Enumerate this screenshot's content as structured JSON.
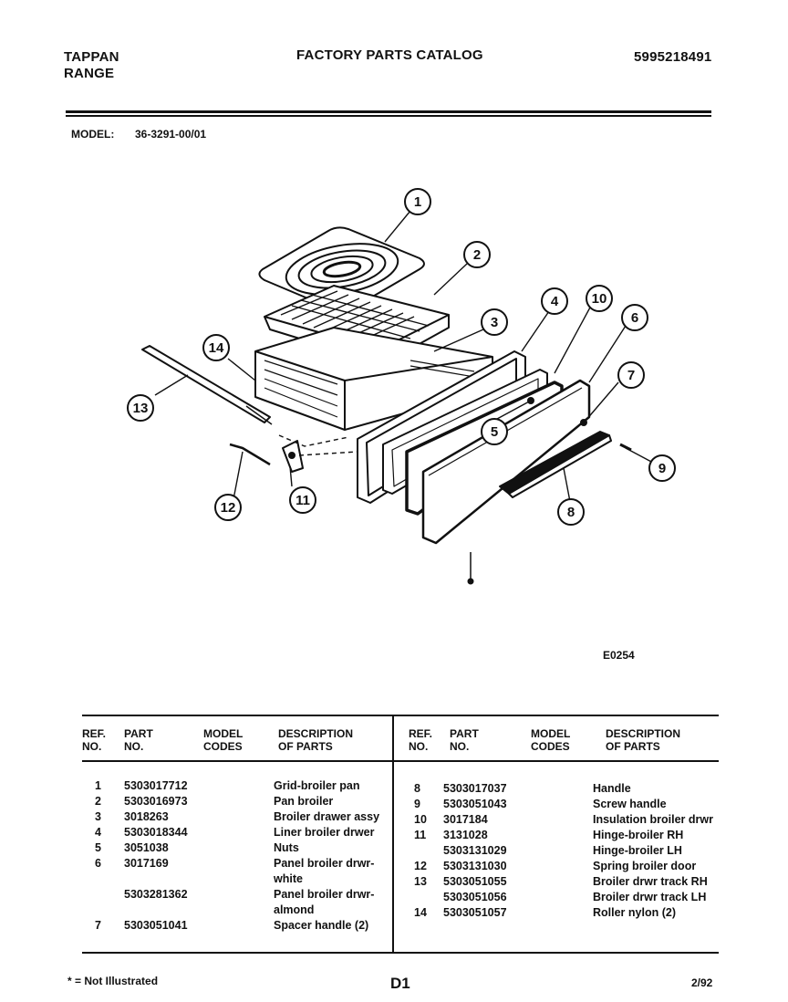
{
  "header": {
    "brand_line1": "TAPPAN",
    "brand_line2": "RANGE",
    "catalog_title": "FACTORY PARTS CATALOG",
    "catalog_number": "5995218491",
    "model_label": "MODEL:",
    "model_value": "36-3291-00/01"
  },
  "diagram": {
    "code": "E0254",
    "callouts": [
      "1",
      "2",
      "3",
      "4",
      "5",
      "6",
      "7",
      "8",
      "9",
      "10",
      "11",
      "12",
      "13",
      "14"
    ]
  },
  "table": {
    "headers": {
      "ref1": "REF.",
      "ref2": "NO.",
      "part1": "PART",
      "part2": "NO.",
      "model1": "MODEL",
      "model2": "CODES",
      "desc1": "DESCRIPTION",
      "desc2": "OF PARTS"
    },
    "left_rows": [
      {
        "ref": "1",
        "part": "5303017712",
        "desc": "Grid-broiler pan"
      },
      {
        "ref": "2",
        "part": "5303016973",
        "desc": "Pan broiler"
      },
      {
        "ref": "3",
        "part": "3018263",
        "desc": "Broiler drawer assy"
      },
      {
        "ref": "4",
        "part": "5303018344",
        "desc": "Liner broiler drwer"
      },
      {
        "ref": "5",
        "part": "3051038",
        "desc": "Nuts"
      },
      {
        "ref": "6",
        "part": "3017169",
        "desc": "Panel broiler drwr-\nwhite"
      },
      {
        "ref": "",
        "part": "5303281362",
        "desc": "Panel broiler drwr-\nalmond"
      },
      {
        "ref": "7",
        "part": "5303051041",
        "desc": "Spacer handle (2)"
      }
    ],
    "right_rows": [
      {
        "ref": "8",
        "part": "5303017037",
        "desc": "Handle"
      },
      {
        "ref": "9",
        "part": "5303051043",
        "desc": "Screw handle"
      },
      {
        "ref": "10",
        "part": "3017184",
        "desc": "Insulation broiler drwr"
      },
      {
        "ref": "11",
        "part": "3131028",
        "desc": "Hinge-broiler RH"
      },
      {
        "ref": "",
        "part": "5303131029",
        "desc": "Hinge-broiler LH"
      },
      {
        "ref": "12",
        "part": "5303131030",
        "desc": "Spring broiler door"
      },
      {
        "ref": "13",
        "part": "5303051055",
        "desc": "Broiler drwr track RH"
      },
      {
        "ref": "",
        "part": "5303051056",
        "desc": "Broiler drwr track LH"
      },
      {
        "ref": "14",
        "part": "5303051057",
        "desc": "Roller nylon (2)"
      }
    ]
  },
  "footer": {
    "note": "* = Not Illustrated",
    "page": "D1",
    "date": "2/92"
  }
}
